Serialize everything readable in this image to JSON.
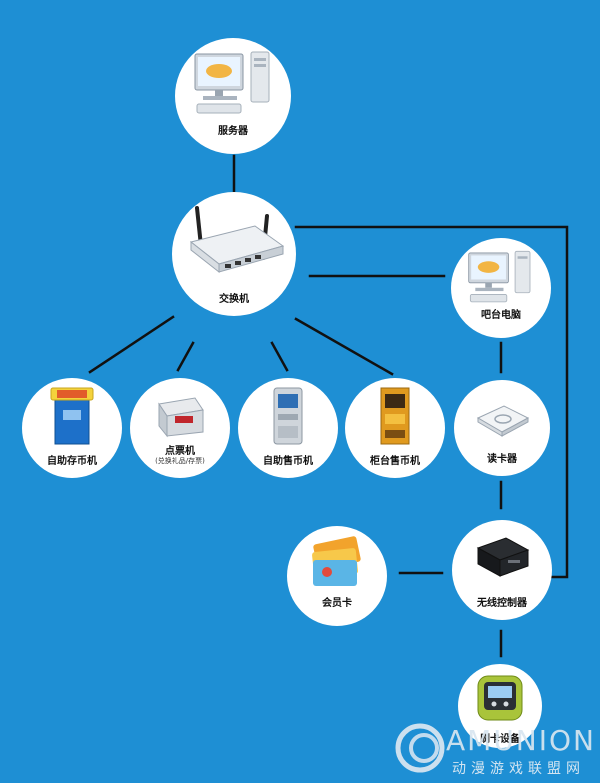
{
  "nodes": {
    "server": {
      "label": "服务器"
    },
    "switch": {
      "label": "交换机"
    },
    "bar_pc": {
      "label": "吧台电脑"
    },
    "self_coin_storage": {
      "label": "自助存币机"
    },
    "ticket_counter": {
      "label": "点票机",
      "sub": "(兑换礼品/存票)"
    },
    "self_coin_seller": {
      "label": "自助售币机"
    },
    "counter_coin_seller": {
      "label": "柜台售币机"
    },
    "card_reader": {
      "label": "读卡器"
    },
    "member_card": {
      "label": "会员卡"
    },
    "wireless_controller": {
      "label": "无线控制器"
    },
    "swipe_device": {
      "label": "刷卡设备"
    }
  },
  "watermark": {
    "brand": "AMUNION",
    "subtitle": "动漫游戏联盟网"
  },
  "colors": {
    "background": "#1e8fd4",
    "node": "#ffffff",
    "line": "#111111"
  }
}
